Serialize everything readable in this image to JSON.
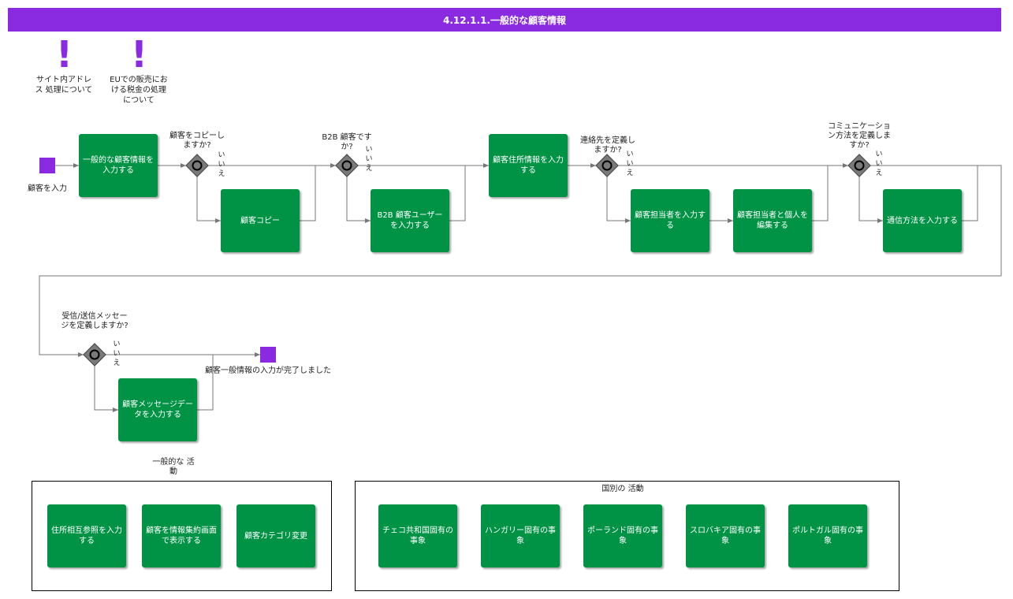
{
  "title": "4.12.1.1.一般的な顧客情報",
  "colors": {
    "header": "#8a2be2",
    "task": "#009245",
    "event": "#8a2be2",
    "gateway": "#7a7a7a",
    "line": "#777777"
  },
  "notes": [
    {
      "icon": "exclamation-icon",
      "text": "サイト内アドレス 処理について"
    },
    {
      "icon": "exclamation-icon",
      "text": "EUでの販売における税金の処理について"
    }
  ],
  "events": {
    "start": "顧客を入力",
    "end": "顧客一般情報の入力が完了しました"
  },
  "tasks": {
    "t1": "一般的な顧客情報を入力する",
    "t2": "顧客コピー",
    "t3": "B2B 顧客ユーザーを入力する",
    "t4": "顧客住所情報を入力する",
    "t5": "顧客担当者を入力する",
    "t6": "顧客担当者と個人を編集する",
    "t7": "通信方法を入力する",
    "t8": "顧客メッセージデータを入力する"
  },
  "gateways": {
    "g1": {
      "question": "顧客をコピーしますか?",
      "no": "いいえ"
    },
    "g2": {
      "question": "B2B 顧客ですか?",
      "no": "いいえ"
    },
    "g3": {
      "question": "連絡先を定義しますか?",
      "no": "いいえ"
    },
    "g4": {
      "question": "コミュニケーション方法を定義しますか?",
      "no": "いいえ"
    },
    "g5": {
      "question": "受信/送信メッセージを定義しますか?",
      "no": "いいえ"
    }
  },
  "groups": {
    "general": {
      "label": "一般的な 活動",
      "items": [
        "住所相互参照を入力する",
        "顧客を情報集約画面で表示する",
        "顧客カテゴリ変更"
      ]
    },
    "country": {
      "label": "国別の 活動",
      "items": [
        "チェコ共和国固有の事象",
        "ハンガリー固有の事象",
        "ポーランド固有の事象",
        "スロバキア固有の事象",
        "ポルトガル固有の事象"
      ]
    }
  }
}
